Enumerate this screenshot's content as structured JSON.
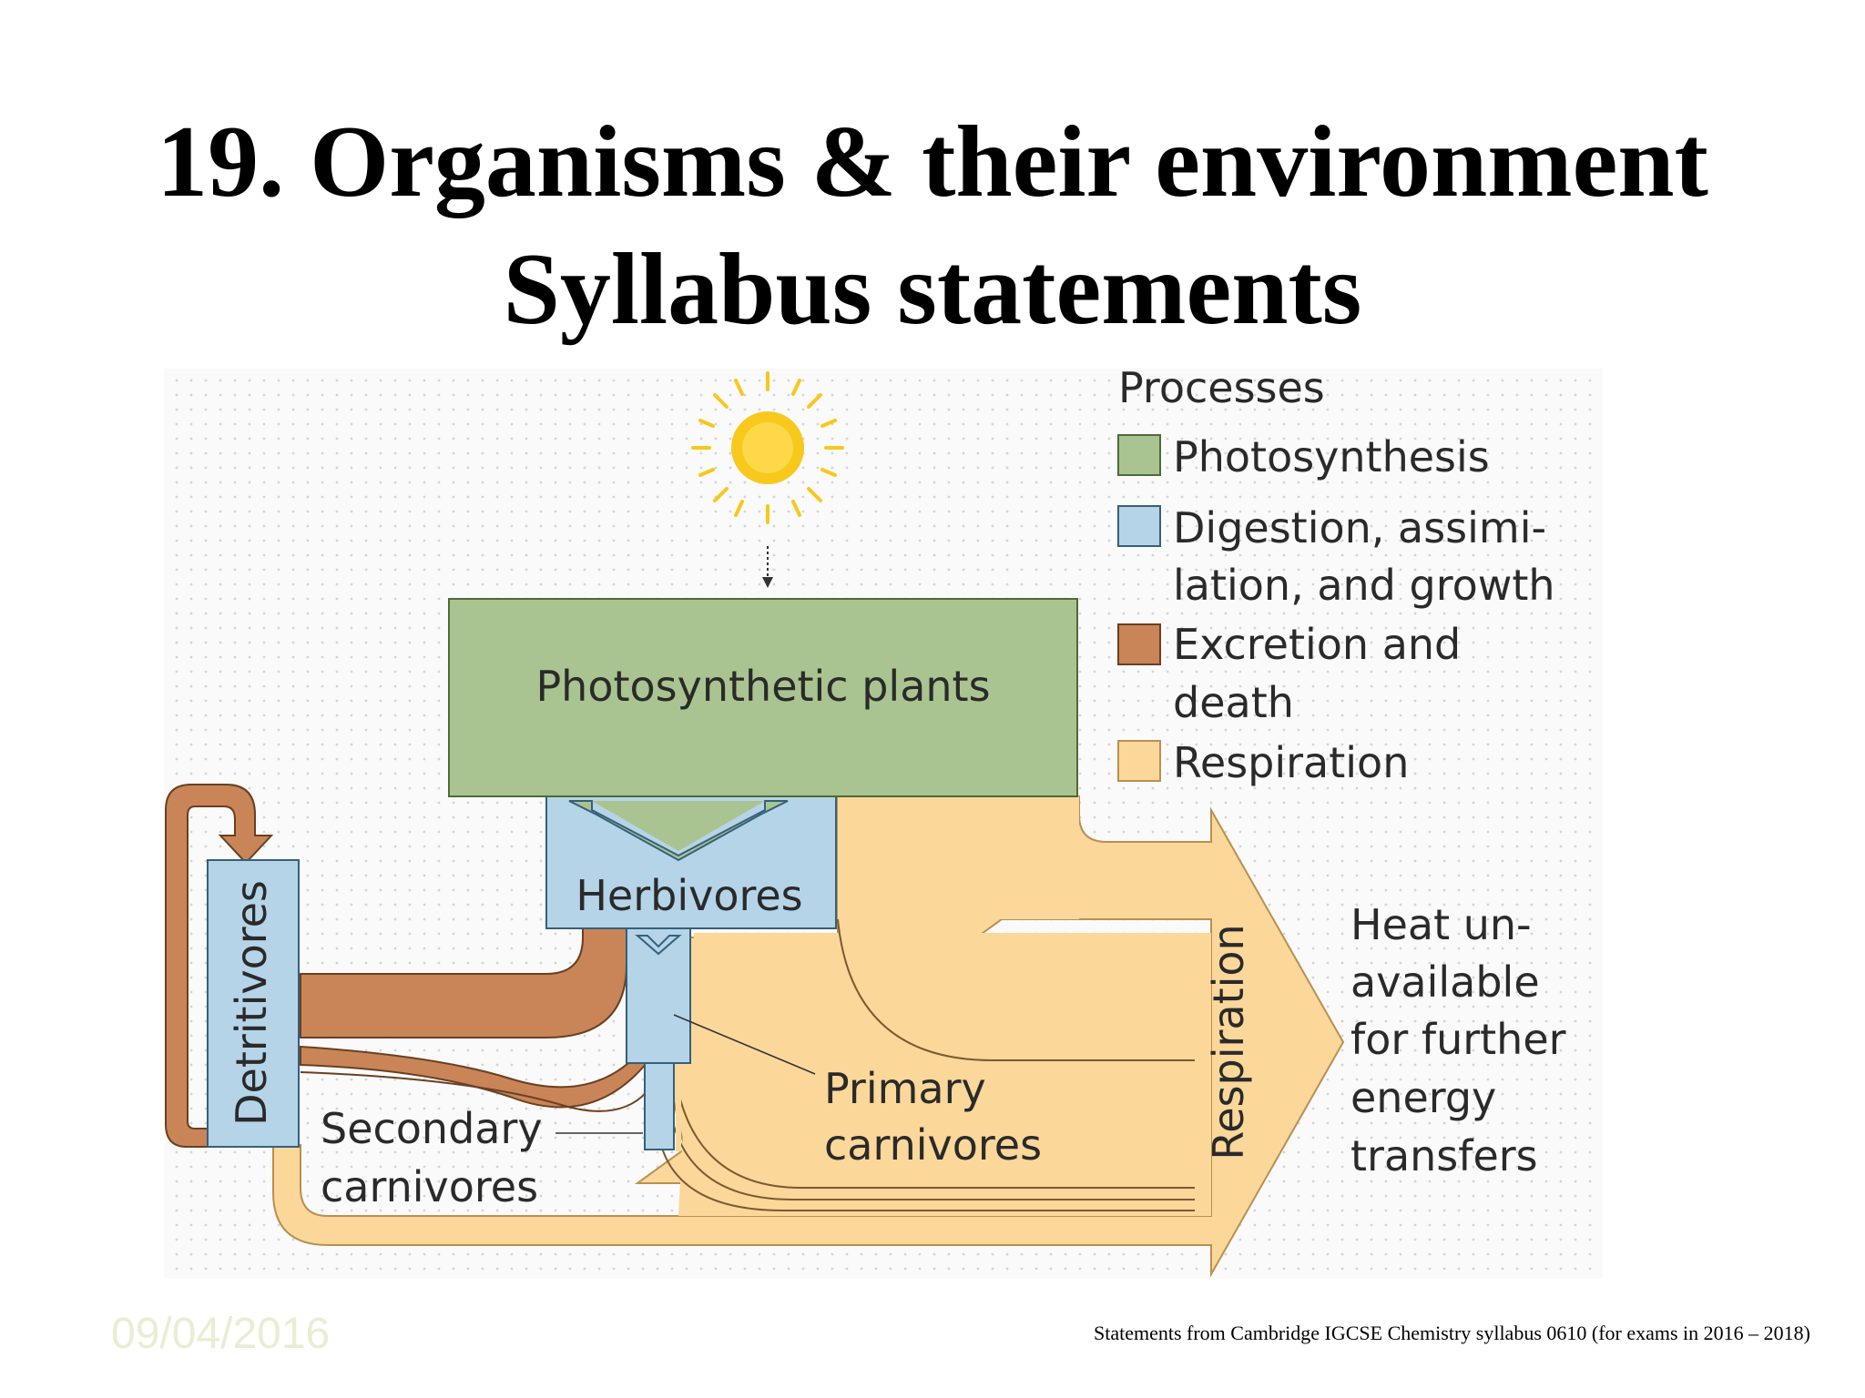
{
  "slide": {
    "title_line1": "19. Organisms & their environment",
    "title_line2": "Syllabus statements",
    "date": "09/04/2016",
    "footer": "Statements from Cambridge IGCSE Chemistry syllabus 0610 (for exams in 2016 – 2018)"
  },
  "diagram": {
    "legend": {
      "heading": "Processes",
      "items": [
        {
          "lines": [
            "Photosynthesis"
          ],
          "color": "#a9c490"
        },
        {
          "lines": [
            "Digestion, assimi-",
            "lation, and growth"
          ],
          "color": "#b5d4e8"
        },
        {
          "lines": [
            "Excretion and",
            "death"
          ],
          "color": "#c98458"
        },
        {
          "lines": [
            "Respiration"
          ],
          "color": "#fbd79a"
        }
      ]
    },
    "labels": {
      "plants": "Photosynthetic plants",
      "herbivores": "Herbivores",
      "detritivores": "Detritivores",
      "primary_line1": "Primary",
      "primary_line2": "carnivores",
      "secondary_line1": "Secondary",
      "secondary_line2": "carnivores",
      "respiration": "Respiration",
      "heat_lines": [
        "Heat un-",
        "available",
        "for further",
        "energy",
        "transfers"
      ]
    },
    "colors": {
      "photosynthesis": "#a9c490",
      "digestion": "#b5d4e8",
      "excretion": "#c98458",
      "respiration": "#fbd79a",
      "sun": "#f8c81c",
      "grid_background": "#f3f3f3"
    },
    "icons": {
      "sun": "sun-icon"
    }
  }
}
